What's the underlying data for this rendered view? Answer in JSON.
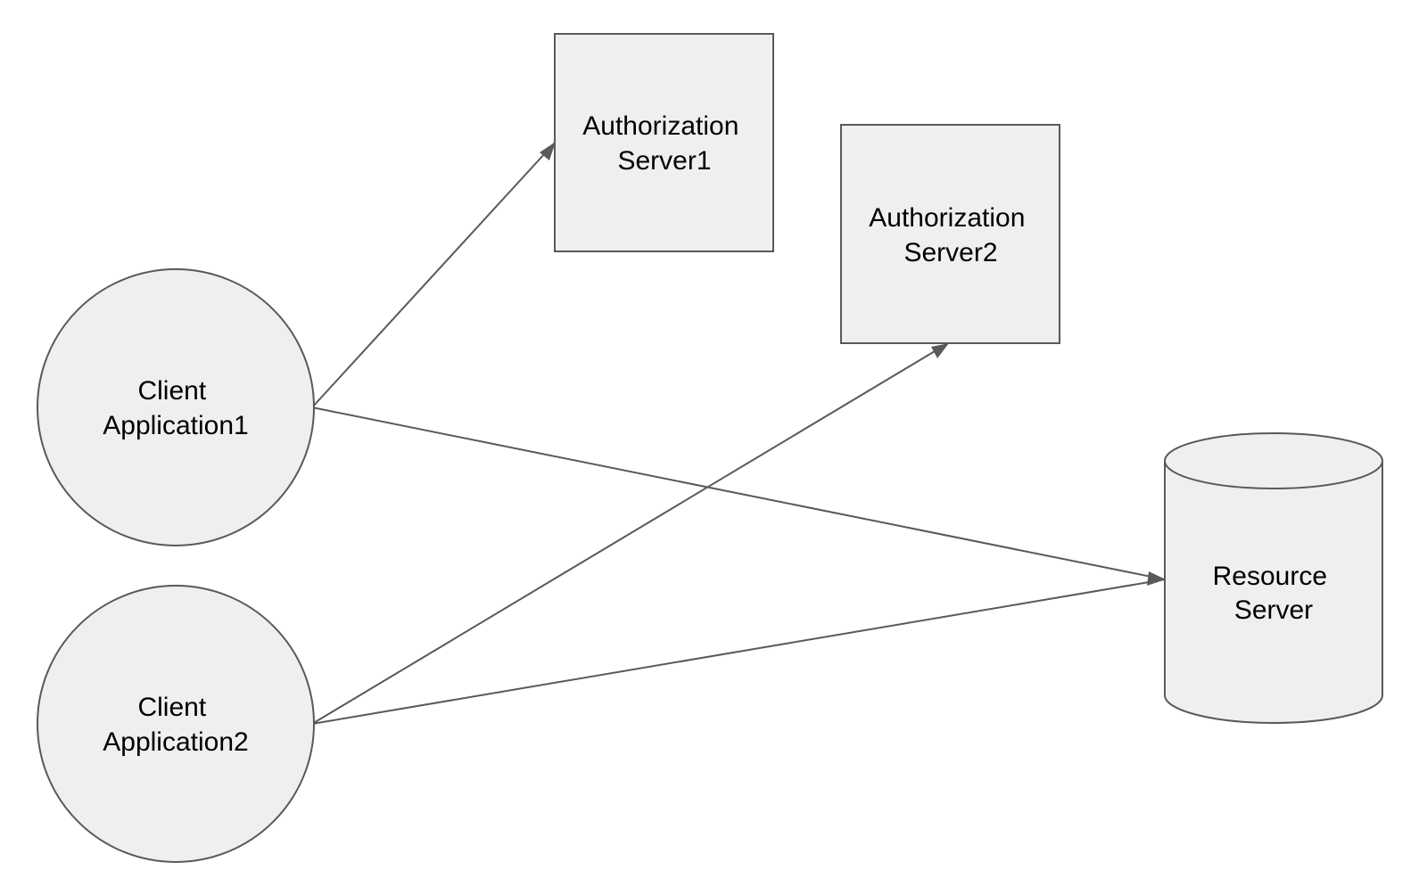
{
  "nodes": {
    "client_app_1": {
      "line1": "Client",
      "line2": "Application1"
    },
    "client_app_2": {
      "line1": "Client",
      "line2": "Application2"
    },
    "auth_server_1": {
      "line1": "Authorization",
      "line2": "Server1"
    },
    "auth_server_2": {
      "line1": "Authorization",
      "line2": "Server2"
    },
    "resource_server": {
      "line1": "Resource",
      "line2": "Server"
    }
  },
  "edges": [
    {
      "from": "client_app_1",
      "to": "auth_server_1"
    },
    {
      "from": "client_app_1",
      "to": "resource_server"
    },
    {
      "from": "client_app_2",
      "to": "auth_server_2"
    },
    {
      "from": "client_app_2",
      "to": "resource_server"
    }
  ],
  "colors": {
    "shape_fill": "#efefef",
    "stroke": "#595959",
    "text": "#000000"
  }
}
